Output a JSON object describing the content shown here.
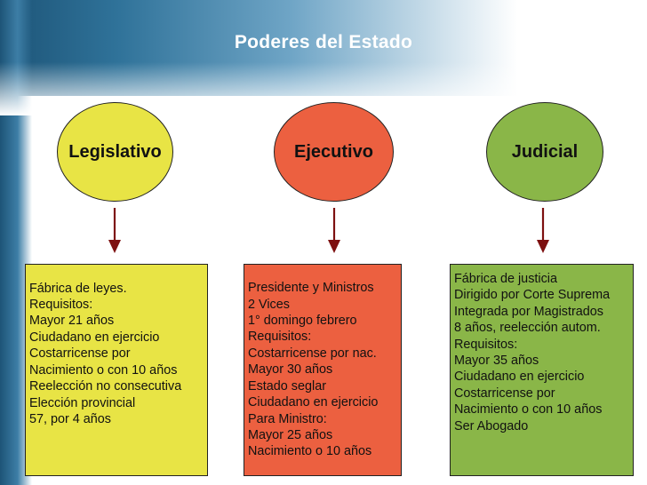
{
  "title": "Poderes del Estado",
  "colors": {
    "legislativo": "#e8e445",
    "ejecutivo": "#ec6040",
    "judicial": "#8ab648",
    "arrow": "#7d1010"
  },
  "branches": [
    {
      "name": "Legislativo",
      "lines": [
        "Fábrica de leyes.",
        "Requisitos:",
        "Mayor 21 años",
        "Ciudadano en ejercicio",
        "Costarricense por",
        "Nacimiento o con 10 años",
        "Reelección no consecutiva",
        "Elección provincial",
        "57, por 4 años"
      ]
    },
    {
      "name": "Ejecutivo",
      "lines": [
        "Presidente y Ministros",
        "2 Vices",
        "1° domingo febrero",
        "Requisitos:",
        "Costarricense por nac.",
        "Mayor 30 años",
        "Estado seglar",
        "Ciudadano en ejercicio",
        "Para Ministro:",
        "Mayor 25 años",
        "Nacimiento o 10 años"
      ]
    },
    {
      "name": "Judicial",
      "lines": [
        "Fábrica de justicia",
        "Dirigido por Corte Suprema",
        "Integrada por Magistrados",
        "8 años, reelección autom.",
        "Requisitos:",
        "Mayor 35 años",
        "Ciudadano en ejercicio",
        "Costarricense por",
        "Nacimiento o con 10 años",
        "Ser Abogado"
      ]
    }
  ]
}
